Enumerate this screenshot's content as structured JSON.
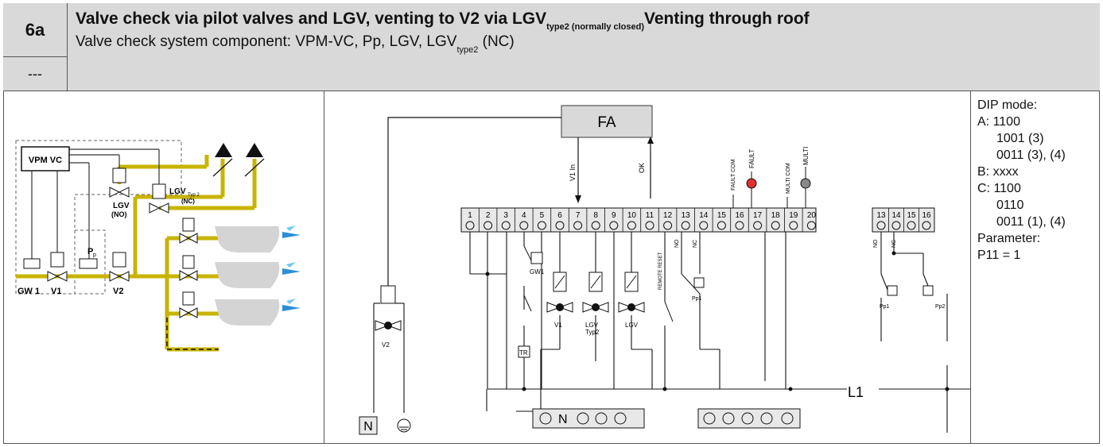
{
  "header": {
    "id": "6a",
    "sub_id": "---",
    "title_main": "Valve check via pilot valves and LGV, venting to V2 via LGV",
    "title_sub": "type2 (normally closed)",
    "title_end": "Venting through roof",
    "subtitle_main": "Valve check system component: VPM-VC, Pp, LGV, LGV",
    "subtitle_sub": "type2",
    "subtitle_end": " (NC)"
  },
  "gas_train": {
    "controller": "VPM VC",
    "lgv_no_line1": "LGV",
    "lgv_no_line2": "(NO)",
    "lgv_nc_line1": "LGV",
    "lgv_nc_sub": "Typ 2",
    "lgv_nc_line2": "(NC)",
    "pp_label": "P",
    "pp_sub": "p",
    "gw1": "GW 1",
    "v1": "V1",
    "v2": "V2"
  },
  "wiring": {
    "fa": "FA",
    "v1_in": "V1 In",
    "ok": "OK",
    "fault_com": "FAULT COM",
    "fault": "FAULT",
    "multi_com": "MULTI COM",
    "multi": "MULTI",
    "terminals": [
      "1",
      "2",
      "3",
      "4",
      "5",
      "6",
      "7",
      "8",
      "9",
      "10",
      "11",
      "12",
      "13",
      "14",
      "15",
      "16",
      "17",
      "18",
      "19",
      "20"
    ],
    "remote_reset": "REMOTE RESET",
    "no": "NO",
    "nc": "NC",
    "gw1": "GW1",
    "tr": "TR",
    "v1": "V1",
    "lgv_typ2_1": "LGV",
    "lgv_typ2_2": "Typ2",
    "lgv": "LGV",
    "pp1": "Pp1",
    "pp2": "Pp2",
    "v2": "V2",
    "n": "N",
    "l1": "L1",
    "side_terminals": [
      "13",
      "14",
      "15",
      "16"
    ]
  },
  "dip": {
    "l1": "DIP mode:",
    "l2": "A:  1100",
    "l3": "1001 (3)",
    "l4": "0011 (3), (4)",
    "l5": "B:  xxxx",
    "l6": "C:  1100",
    "l7": "0110",
    "l8": "0011 (1), (4)",
    "l9": "Parameter:",
    "l10": "P11 = 1"
  }
}
